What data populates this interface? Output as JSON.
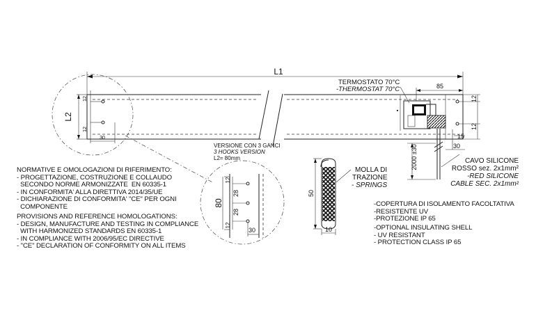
{
  "main_drawing": {
    "length_label": "L1",
    "width_label": "L2",
    "dim_12_top": "12",
    "dim_12_bottom": "12",
    "dim_30_left": "30",
    "dim_85": "85",
    "dim_12_right_top": "12",
    "dim_12_right_bottom": "12",
    "dim_15": "15",
    "dim_30_right": "30",
    "cable_length": "2000 ±30"
  },
  "thermostat": {
    "label_it": "TERMOSTATO 70°C",
    "label_en": "-THERMOSTAT 70°C"
  },
  "cable": {
    "line1_it": "CAVO SILICONE",
    "line2_it": "ROSSO sez. 2x1mm²",
    "line3_en": "-RED SILICONE",
    "line4_en": "CABLE SEC. 2x1mm²"
  },
  "hooks_version": {
    "title_it": "VERSIONE CON 3 GANCI",
    "title_en": "3 HOOKS VERSION",
    "l2_note": "L2= 80mm",
    "dim_80": "80",
    "dim_12a": "12",
    "dim_28a": "28",
    "dim_28b": "28",
    "dim_12b": "12",
    "dim_30": "30"
  },
  "spring": {
    "label_it_1": "MOLLA DI",
    "label_it_2": "TRAZIONE",
    "label_en": "- SPRINGS",
    "dim_50": "50",
    "dim_10": "10"
  },
  "notes_it": [
    "NORMATIVE E OMOLOGAZIONI DI RIFERIMENTO:",
    "- PROGETTAZIONE, COSTRUZIONE E COLLAUDO",
    "  SECONDO NORME ARMONIZZATE  EN 60335-1",
    "- IN CONFORMITA' ALLA DIRETTIVA 2014/35/UE",
    "- DICHIARAZIONE DI CONFORMITA' \"CE\" PER OGNI",
    "  COMPONENTE"
  ],
  "notes_en": [
    "PROVISIONS AND REFERENCE HOMOLOGATIONS:",
    "- DESIGN, MANUFACTURE AND TESTING IN COMPLIANCE",
    "  WITH HARMONIZED STANDARDS EN 60335-1",
    "- IN COMPLIANCE WITH 2006/95/EC DIRECTIVE",
    "- \"CE\" DECLARATION OF CONFORMITY ON ALL ITEMS"
  ],
  "cover_it": [
    "-COPERTURA DI ISOLAMENTO FACOLTATIVA",
    "-RESISTENTE UV",
    "-PROTEZIONE IP 65"
  ],
  "cover_en": [
    "-OPTIONAL INSULATING SHELL",
    "- UV RESISTANT",
    "- PROTECTION CLASS IP 65"
  ]
}
